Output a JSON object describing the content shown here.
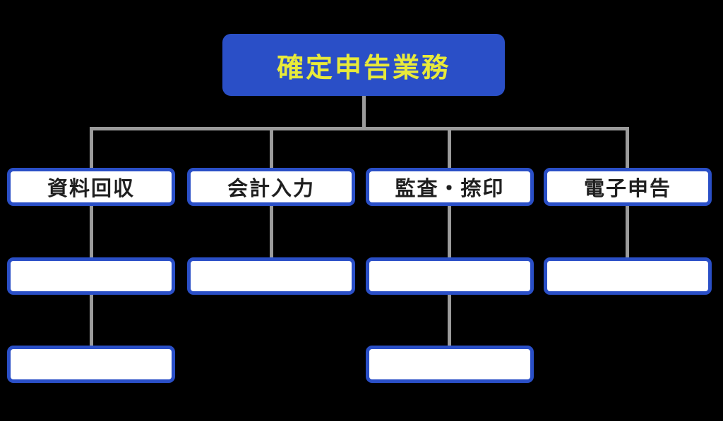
{
  "diagram": {
    "type": "org-flowchart",
    "root": {
      "label": "確定申告業務"
    },
    "branches": [
      {
        "label": "資料回収",
        "empty_child_count": 2
      },
      {
        "label": "会計入力",
        "empty_child_count": 1
      },
      {
        "label": "監査・捺印",
        "empty_child_count": 2
      },
      {
        "label": "電子申告",
        "empty_child_count": 1
      }
    ],
    "colors": {
      "node_fill_blue": "#2a4fc7",
      "root_text_yellow": "#e8ea3a",
      "branch_text": "#1f1f1f",
      "connector_gray": "#9b9b9b",
      "background": "#000000",
      "sub_box_fill": "#ffffff"
    }
  }
}
